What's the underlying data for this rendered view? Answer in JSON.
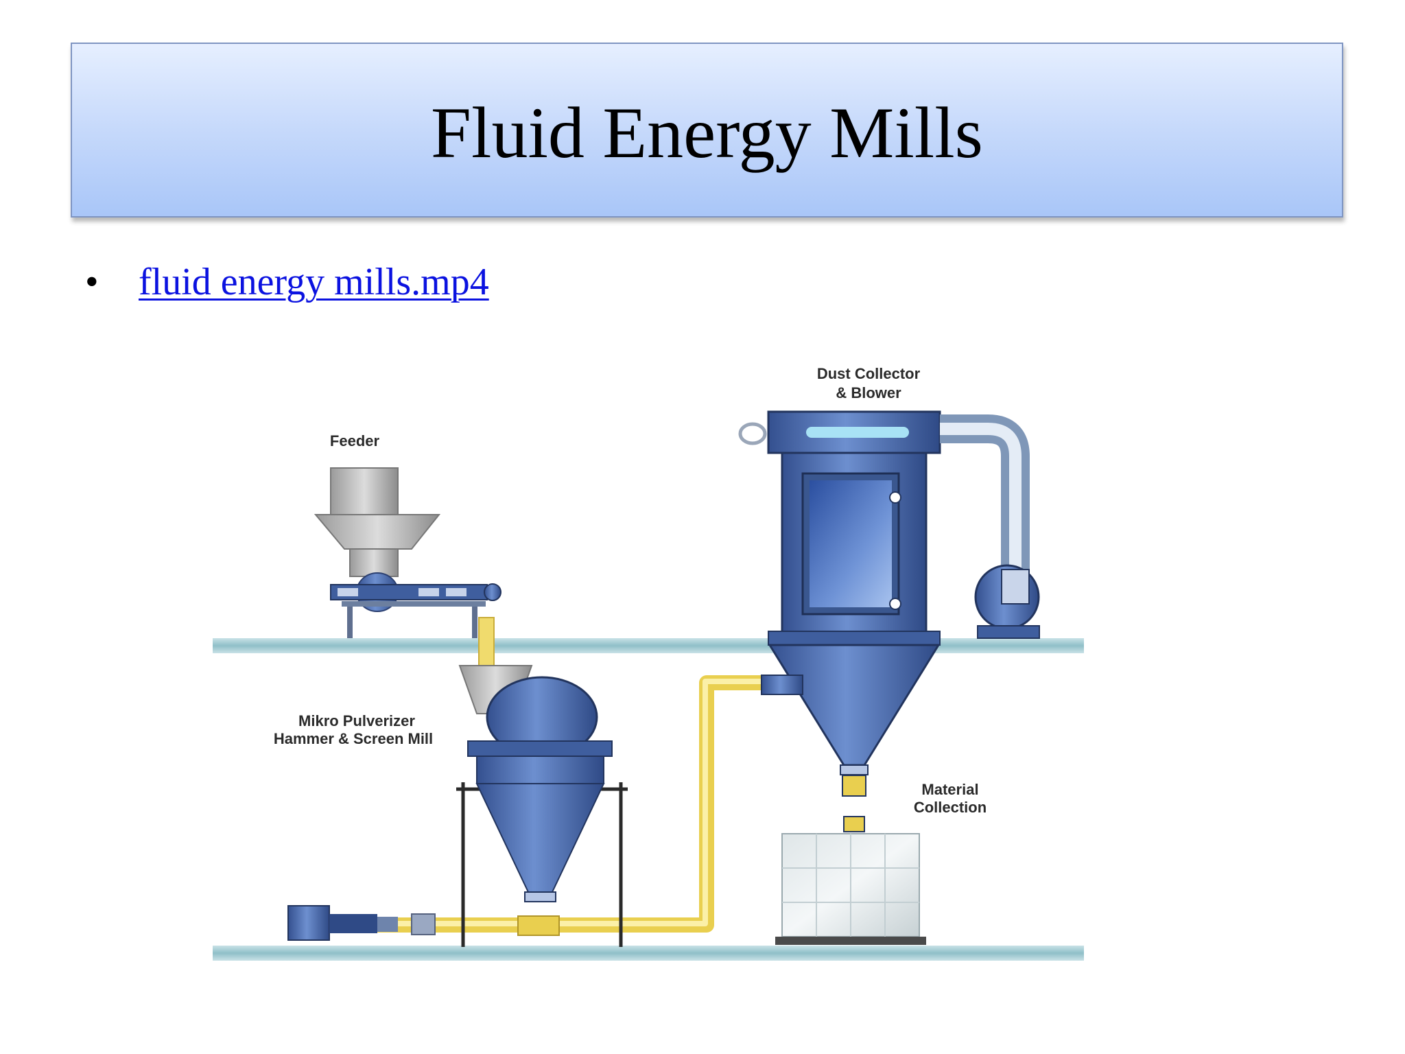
{
  "slide": {
    "title": "Fluid Energy Mills",
    "bullet_link": "fluid energy mills.mp4"
  },
  "diagram": {
    "labels": {
      "feeder": "Feeder",
      "dust_collector_line1": "Dust Collector",
      "dust_collector_line2": "& Blower",
      "pulverizer_line1": "Mikro Pulverizer",
      "pulverizer_line2": "Hammer & Screen Mill",
      "material_line1": "Material",
      "material_line2": "Collection"
    }
  },
  "colors": {
    "title_gradient_top": "#e6efff",
    "title_gradient_bottom": "#a9c6f8",
    "link": "#0b12e0",
    "equipment_blue": "#4d6fb3",
    "pipe_yellow": "#f5e27a",
    "floor_teal": "#9cc7cf"
  }
}
